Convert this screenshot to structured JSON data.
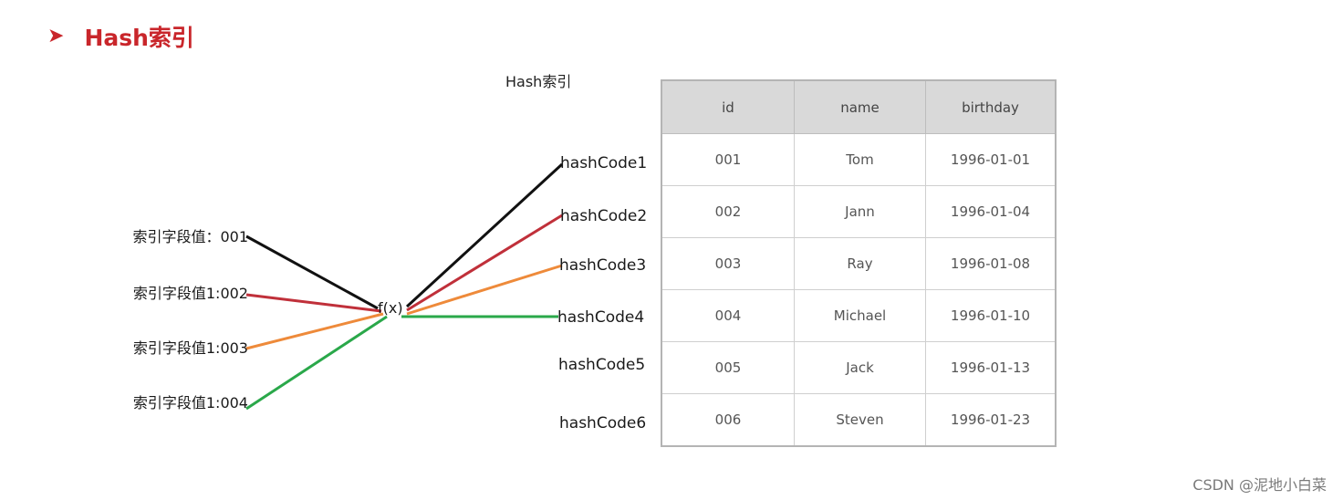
{
  "heading": {
    "bullet": "➤",
    "title": "Hash索引"
  },
  "diagram": {
    "caption": "Hash索引",
    "function_label": "f(x)",
    "sources": [
      {
        "label": "索引字段值：001",
        "color": "#111111"
      },
      {
        "label": "索引字段值1:002",
        "color": "#c0303a"
      },
      {
        "label": "索引字段值1:003",
        "color": "#ee8a3a"
      },
      {
        "label": "索引字段值1:004",
        "color": "#2aa84a"
      }
    ],
    "hash_codes": [
      {
        "label": "hashCode1"
      },
      {
        "label": "hashCode2"
      },
      {
        "label": "hashCode3"
      },
      {
        "label": "hashCode4"
      },
      {
        "label": "hashCode5"
      },
      {
        "label": "hashCode6"
      }
    ],
    "mappings": [
      {
        "from": "索引字段值：001",
        "to": "hashCode1"
      },
      {
        "from": "索引字段值1:002",
        "to": "hashCode2"
      },
      {
        "from": "索引字段值1:003",
        "to": "hashCode3"
      },
      {
        "from": "索引字段值1:004",
        "to": "hashCode4"
      }
    ]
  },
  "table": {
    "headers": [
      "id",
      "name",
      "birthday"
    ],
    "rows": [
      [
        "001",
        "Tom",
        "1996-01-01"
      ],
      [
        "002",
        "Jann",
        "1996-01-04"
      ],
      [
        "003",
        "Ray",
        "1996-01-08"
      ],
      [
        "004",
        "Michael",
        "1996-01-10"
      ],
      [
        "005",
        "Jack",
        "1996-01-13"
      ],
      [
        "006",
        "Steven",
        "1996-01-23"
      ]
    ]
  },
  "watermark": "CSDN @泥地小白菜"
}
